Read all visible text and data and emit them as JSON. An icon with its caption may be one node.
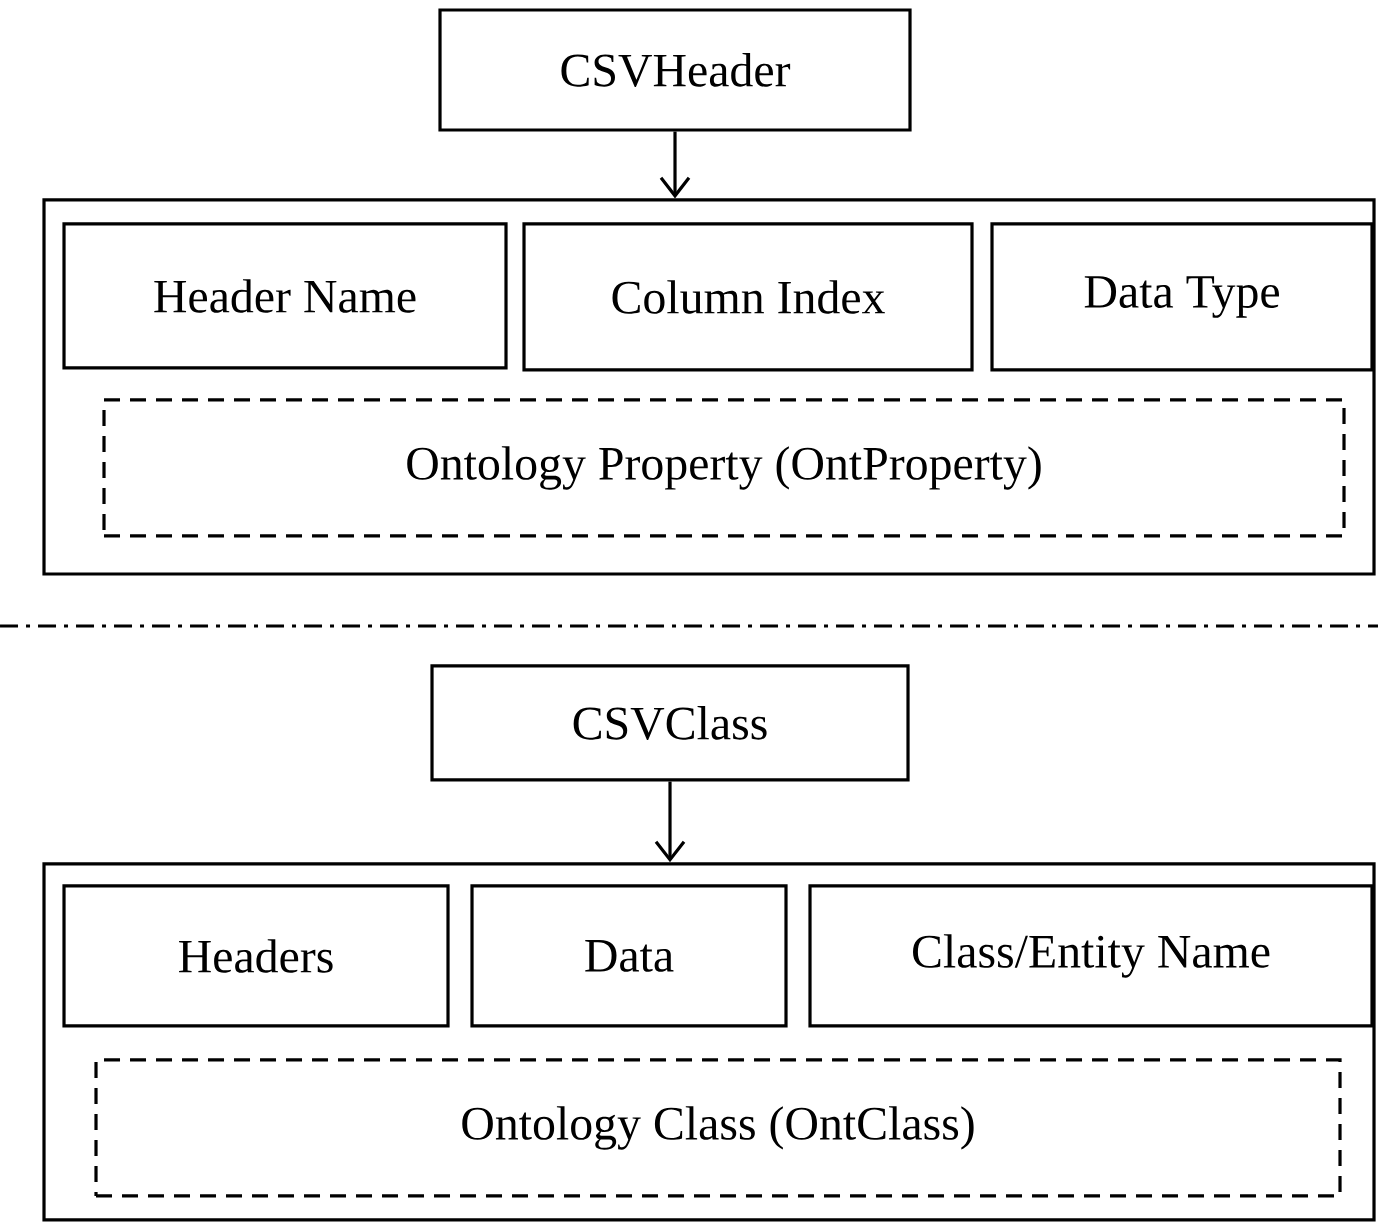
{
  "diagram": {
    "nodes": [
      {
        "text": [
          "CSVHeader"
        ]
      },
      {
        "text": [],
        "shape": "box"
      },
      {
        "text": [
          "Header Name"
        ],
        "in": 1
      },
      {
        "text": [
          "Column Index"
        ],
        "in": 1
      },
      {
        "text": [
          "Data Type"
        ],
        "in": 1
      },
      {
        "text": [
          "Ontology Property (OntProperty)"
        ],
        "in": 1
      },
      {
        "text": [
          "CSVClass"
        ]
      },
      {
        "text": [],
        "shape": "box"
      },
      {
        "text": [
          "Headers"
        ],
        "in": 7
      },
      {
        "text": [
          "Data"
        ],
        "in": 7
      },
      {
        "text": [
          "Class/Entity Name"
        ],
        "in": 7
      },
      {
        "text": [
          "Ontology Class (OntClass)"
        ],
        "in": 7
      }
    ],
    "edges": [
      {
        "from": 0,
        "to": 1,
        "arrow": "to"
      },
      {
        "from": 6,
        "to": 7,
        "arrow": "to"
      }
    ]
  }
}
